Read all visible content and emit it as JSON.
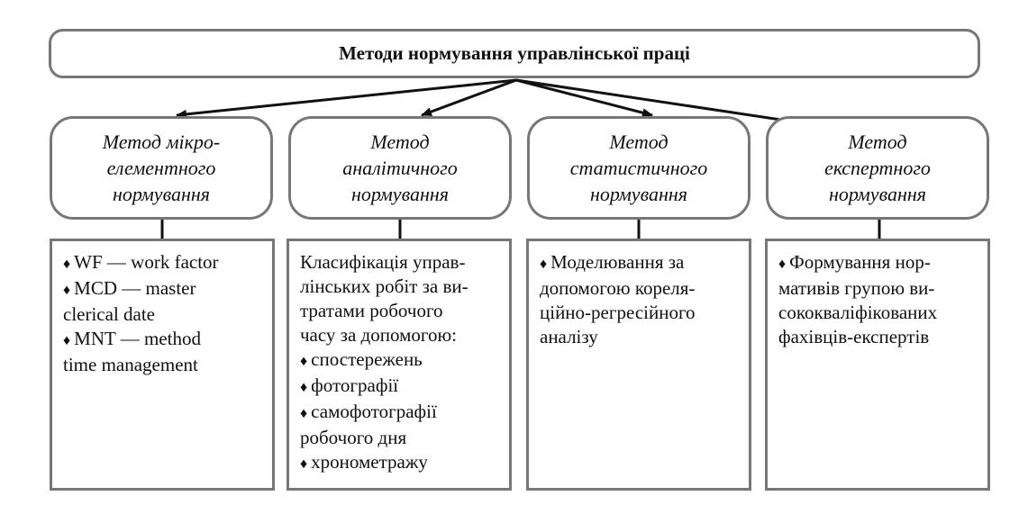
{
  "title": "Методи нормування управлінської праці",
  "methods": [
    {
      "lines": [
        "Метод мікро-",
        "елементного",
        "нормування"
      ],
      "details": [
        {
          "bullet": true,
          "text": "WF — work factor"
        },
        {
          "bullet": true,
          "text": "MCD — master"
        },
        {
          "bullet": false,
          "text": "clerical date"
        },
        {
          "bullet": true,
          "text": "MNT — method"
        },
        {
          "bullet": false,
          "text": "time management"
        }
      ]
    },
    {
      "lines": [
        "Метод",
        "аналітичного",
        "нормування"
      ],
      "details": [
        {
          "bullet": false,
          "text": "Класифікація управ-"
        },
        {
          "bullet": false,
          "text": "лінських робіт за ви-"
        },
        {
          "bullet": false,
          "text": "тратами робочого"
        },
        {
          "bullet": false,
          "text": "часу за допомогою:"
        },
        {
          "bullet": true,
          "text": "спостережень"
        },
        {
          "bullet": true,
          "text": "фотографії"
        },
        {
          "bullet": true,
          "text": "самофотографії"
        },
        {
          "bullet": false,
          "text": "робочого дня"
        },
        {
          "bullet": true,
          "text": "хронометражу"
        }
      ]
    },
    {
      "lines": [
        "Метод",
        "статистичного",
        "нормування"
      ],
      "details": [
        {
          "bullet": true,
          "text": "Моделювання за"
        },
        {
          "bullet": false,
          "text": "допомогою кореля-"
        },
        {
          "bullet": false,
          "text": "ційно-регресійного"
        },
        {
          "bullet": false,
          "text": "аналізу"
        }
      ]
    },
    {
      "lines": [
        "Метод",
        "експертного",
        "нормування"
      ],
      "details": [
        {
          "bullet": true,
          "text": "Формування нор-"
        },
        {
          "bullet": false,
          "text": "мативів групою ви-"
        },
        {
          "bullet": false,
          "text": "сококваліфікованих"
        },
        {
          "bullet": false,
          "text": "фахівців-експертів"
        }
      ]
    }
  ],
  "edge_color": "#111111",
  "border_color": "#777777",
  "bullet_glyph": "♦"
}
